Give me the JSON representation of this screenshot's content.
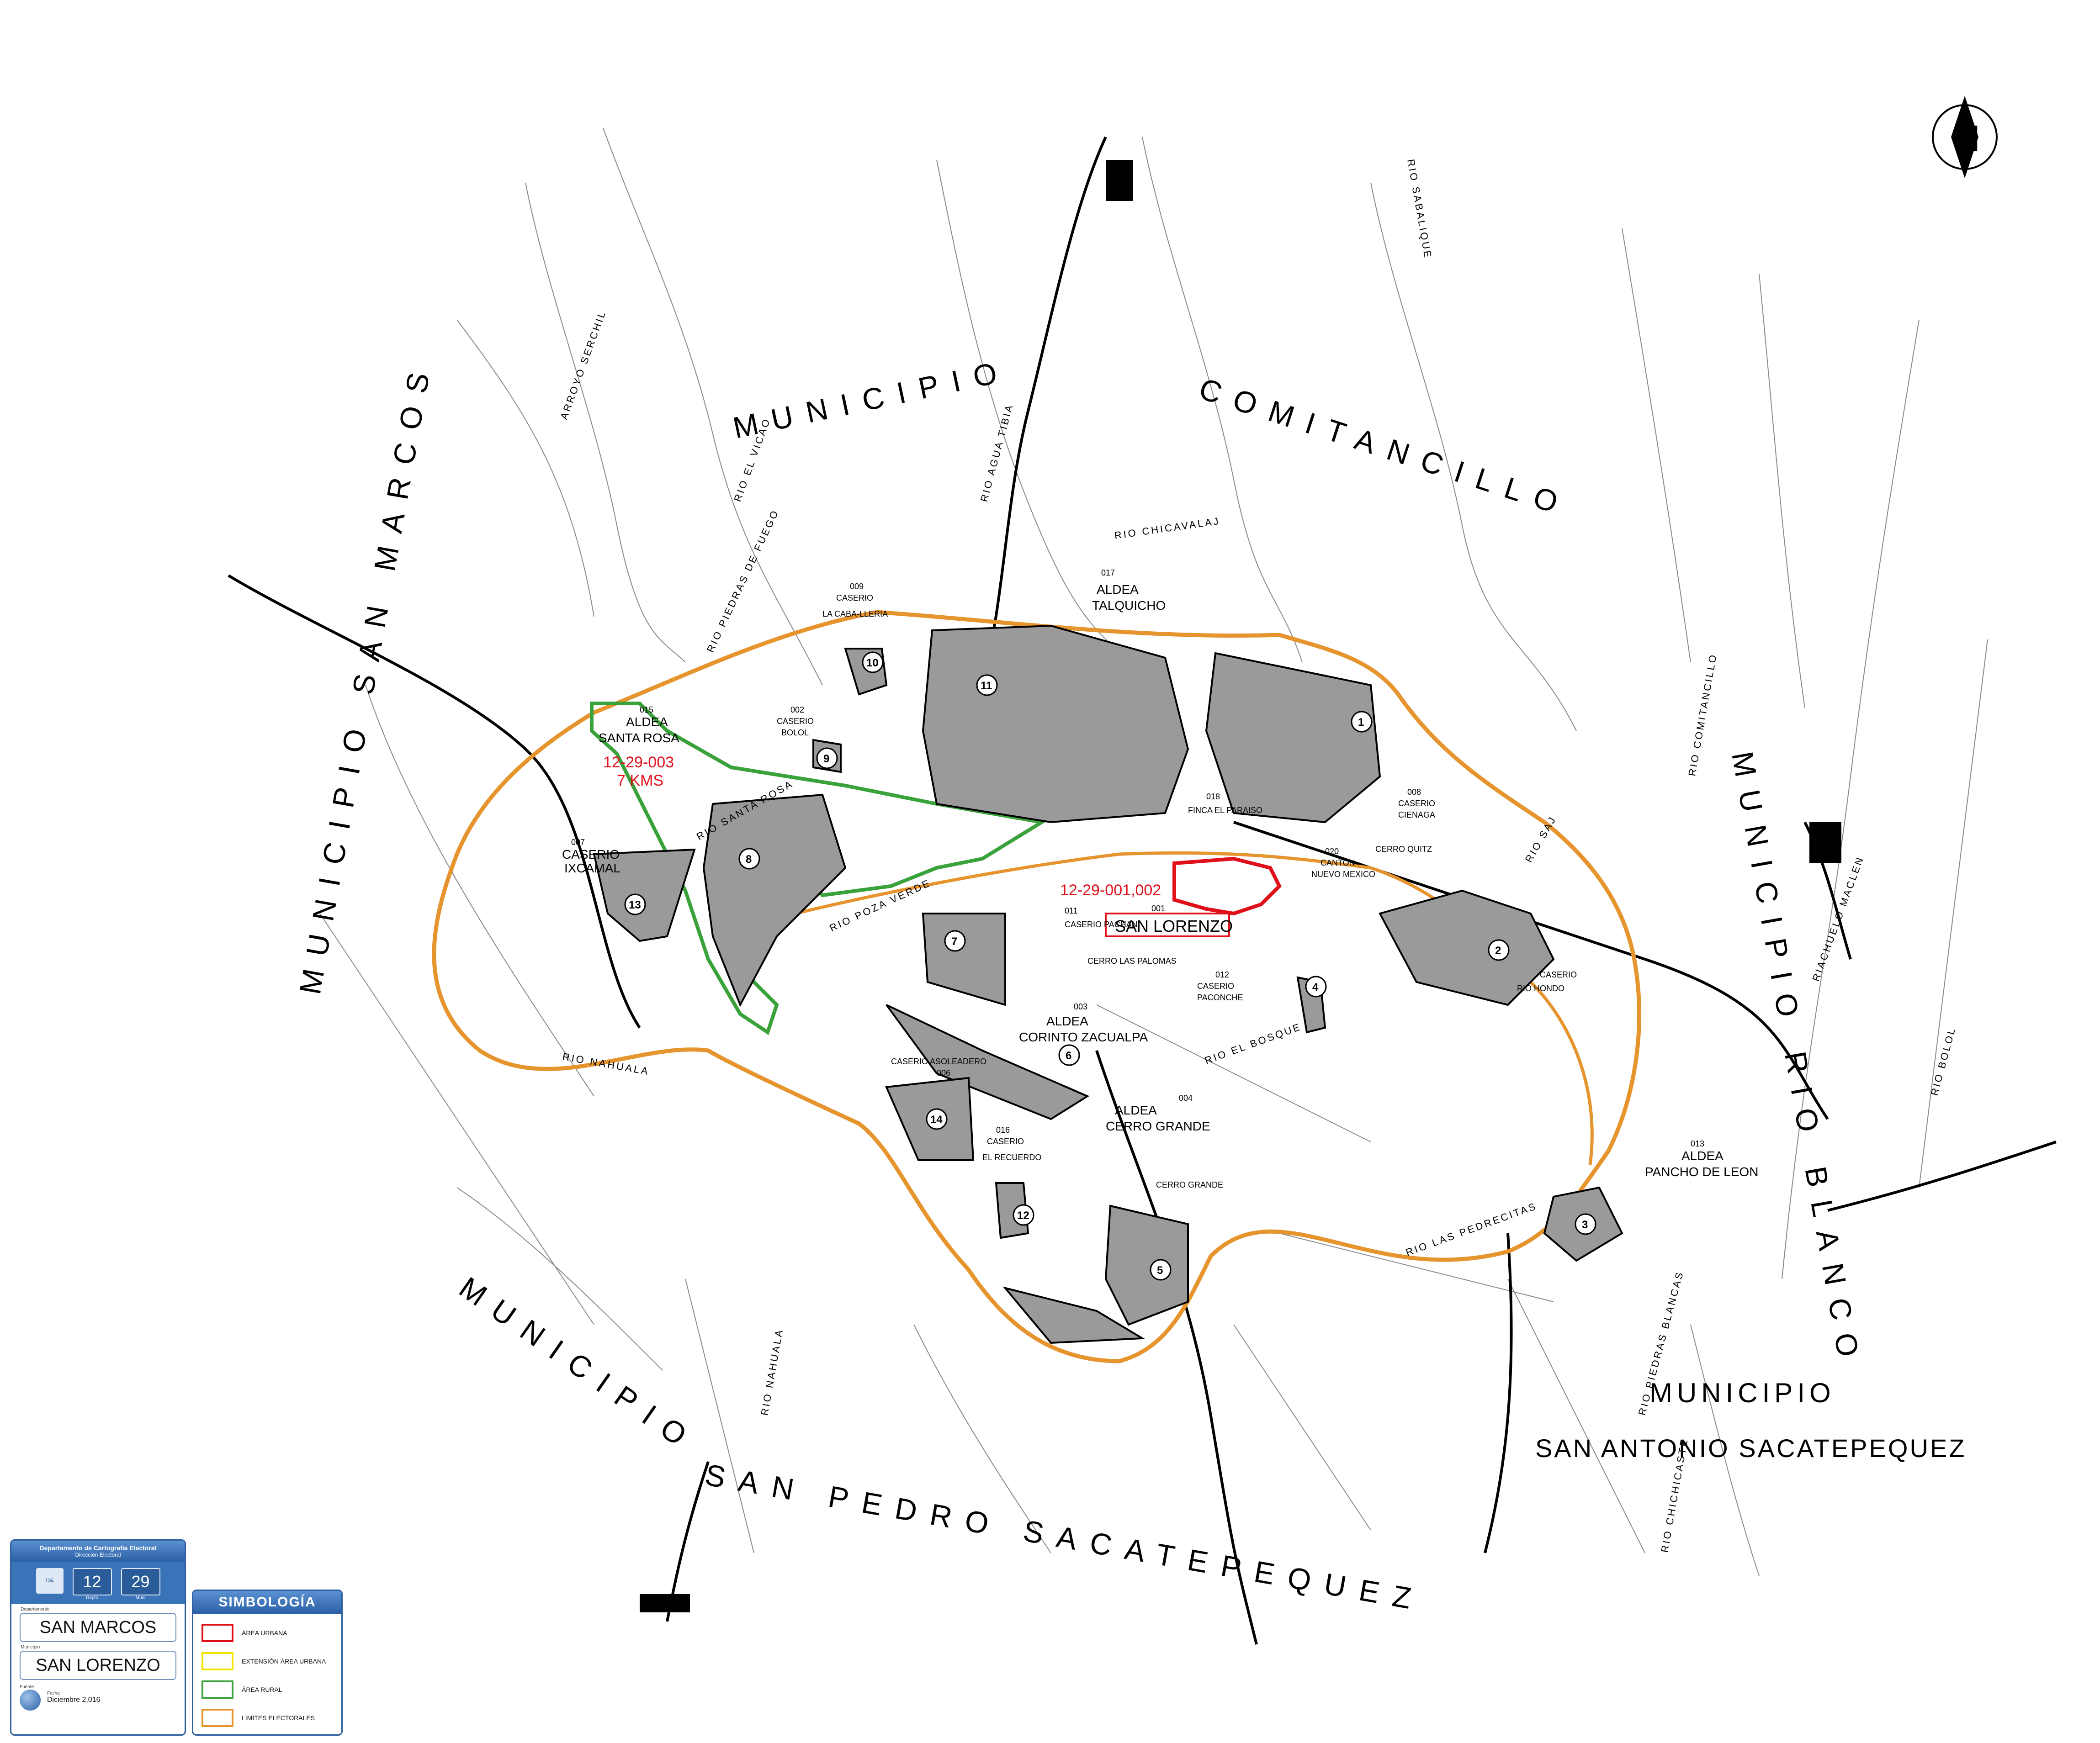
{
  "colors": {
    "urban": "#e0101a",
    "urban_extension": "#f2e600",
    "rural": "#3aa23a",
    "electoral": "#e6942e",
    "panel_blue": "#2a5fa5"
  },
  "map": {
    "municipios": {
      "comitancillo_prefix": "MUNICIPIO",
      "comitancillo": "COMITANCILLO",
      "san_marcos": "MUNICIPIO SAN MARCOS",
      "rio_blanco": "MUNICIPIO RIO BLANCO",
      "san_pedro_prefix": "MUNICIPIO",
      "san_pedro": "SAN PEDRO SACATEPEQUEZ",
      "san_antonio_prefix": "MUNICIPIO",
      "san_antonio": "SAN ANTONIO SACATEPEQUEZ"
    },
    "places": {
      "talquicho_code": "017",
      "talquicho_type": "ALDEA",
      "talquicho_name": "TALQUICHO",
      "santa_rosa_code": "015",
      "santa_rosa_type": "ALDEA",
      "santa_rosa_name": "SANTA ROSA",
      "ixcamal_code": "007",
      "ixcamal_type": "CASERIO",
      "ixcamal_name": "IXCAMAL",
      "bolol_code": "002",
      "bolol_type": "CASERIO",
      "bolol_name": "BOLOL",
      "caballeria_code": "009",
      "caballeria_type": "CASERIO",
      "caballeria_name": "LA CABA-LLERIA",
      "corinto_code": "003",
      "corinto_type": "ALDEA",
      "corinto_name": "CORINTO ZACUALPA",
      "cerro_grande_code": "004",
      "cerro_grande_type": "ALDEA",
      "cerro_grande_name": "CERRO GRANDE",
      "cerro_grande_hill": "CERRO GRANDE",
      "asoleadero_name": "CASERIO ASOLEADERO",
      "asoleadero_code": "006",
      "recuerdo_code": "016",
      "recuerdo_type": "CASERIO",
      "recuerdo_name": "EL RECUERDO",
      "paconche_code": "012",
      "paconche_type": "CASERIO",
      "paconche_name": "PACONCHE",
      "rio_hondo_type": "CASERIO",
      "rio_hondo_name": "RIO HONDO",
      "pancho_code": "013",
      "pancho_type": "ALDEA",
      "pancho_name": "PANCHO DE LEON",
      "cienaga_code": "008",
      "cienaga_type": "CASERIO",
      "cienaga_name": "CIENAGA",
      "nuevo_mexico_code": "020",
      "nuevo_mexico_type": "CANTON",
      "nuevo_mexico_name": "NUEVO MEXICO",
      "cerro_quitz": "CERRO QUITZ",
      "finca_paraiso_code": "018",
      "finca_paraiso_name": "FINCA EL PARAISO",
      "pachan_code": "011",
      "pachan_name": "CASERIO PACHAN",
      "cerro_palomas": "CERRO LAS PALOMAS",
      "san_lorenzo_code": "001",
      "san_lorenzo_name": "SAN LORENZO"
    },
    "codes": {
      "santa_rosa_code": "12-29-003",
      "santa_rosa_distance": "7 KMS",
      "san_lorenzo_code": "12-29-001,002"
    },
    "rivers": {
      "chicavalaj": "RIO CHICAVALAJ",
      "agua_tibia": "RIO AGUA TIBIA",
      "piedras_fuego": "RIO PIEDRAS DE FUEGO",
      "el_vicao": "RIO EL VICAO",
      "serchil": "ARROYO SERCHIL",
      "santa_rosa": "RIO SANTA ROSA",
      "poza_verde": "RIO POZA VERDE",
      "nahuala_left": "RIO NAHUALA",
      "nahuala_bottom": "RIO NAHUALA",
      "el_bosque": "RIO EL BOSQUE",
      "las_pedrecitas": "RIO LAS PEDRECITAS",
      "piedras_blancas": "RIO PIEDRAS BLANCAS",
      "chichicaste": "RIO CHICHICASTE",
      "bolol": "RIO BOLOL",
      "sabalique": "RIO SABALIQUE",
      "maclen": "RIACHUELO MACLEN",
      "comitancillo": "RIO COMITANCILLO",
      "saj": "RIO SAJ"
    },
    "region_numbers": [
      "1",
      "2",
      "3",
      "4",
      "5",
      "6",
      "7",
      "8",
      "9",
      "10",
      "11",
      "12",
      "13",
      "14"
    ]
  },
  "info_panel": {
    "title": "Departamento de Cartografía Electoral",
    "subtitle": "Dirección Electoral",
    "seal": "TSE",
    "depto_code": "12",
    "depto_caption": "Depto",
    "muni_code": "29",
    "muni_caption": "Muni",
    "department_caption": "Departamento",
    "department": "SAN MARCOS",
    "municipality_caption": "Municipio",
    "municipality": "SAN LORENZO",
    "source_caption": "Fuente",
    "date_caption": "Fecha",
    "date": "Diciembre 2,016"
  },
  "legend": {
    "title": "SIMBOLOGÍA",
    "items": [
      {
        "label": "ÁREA URBANA",
        "color": "#e0101a"
      },
      {
        "label": "EXTENSIÓN ÁREA URBANA",
        "color": "#f2e600"
      },
      {
        "label": "ÁREA RURAL",
        "color": "#3aa23a"
      },
      {
        "label": "LÍMITES ELECTORALES",
        "color": "#e6942e"
      }
    ]
  },
  "north_arrow": "N"
}
